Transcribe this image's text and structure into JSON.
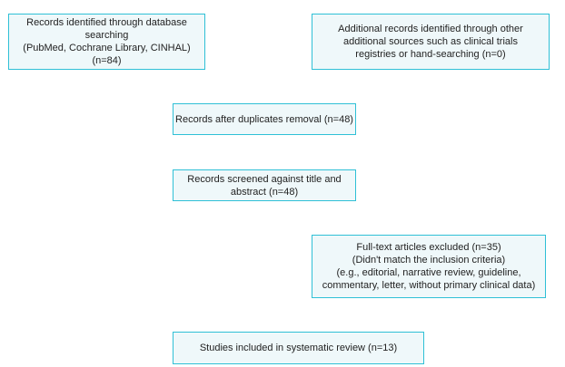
{
  "boxes": {
    "database_search": [
      "Records identified through database searching",
      "(PubMed, Cochrane Library, CINHAL) (n=84)"
    ],
    "additional_sources": [
      "Additional records identified through other",
      "additional sources such as clinical trials",
      "registries or hand-searching (n=0)"
    ],
    "after_duplicates": [
      "Records after duplicates removal (n=48)"
    ],
    "screened": [
      "Records screened against title and abstract (n=48)"
    ],
    "excluded": [
      "Full-text articles excluded (n=35)",
      "(Didn't match the inclusion criteria)",
      "(e.g., editorial, narrative review, guideline,",
      "commentary, letter, without primary clinical data)"
    ],
    "included": [
      "Studies included in systematic review (n=13)"
    ]
  }
}
